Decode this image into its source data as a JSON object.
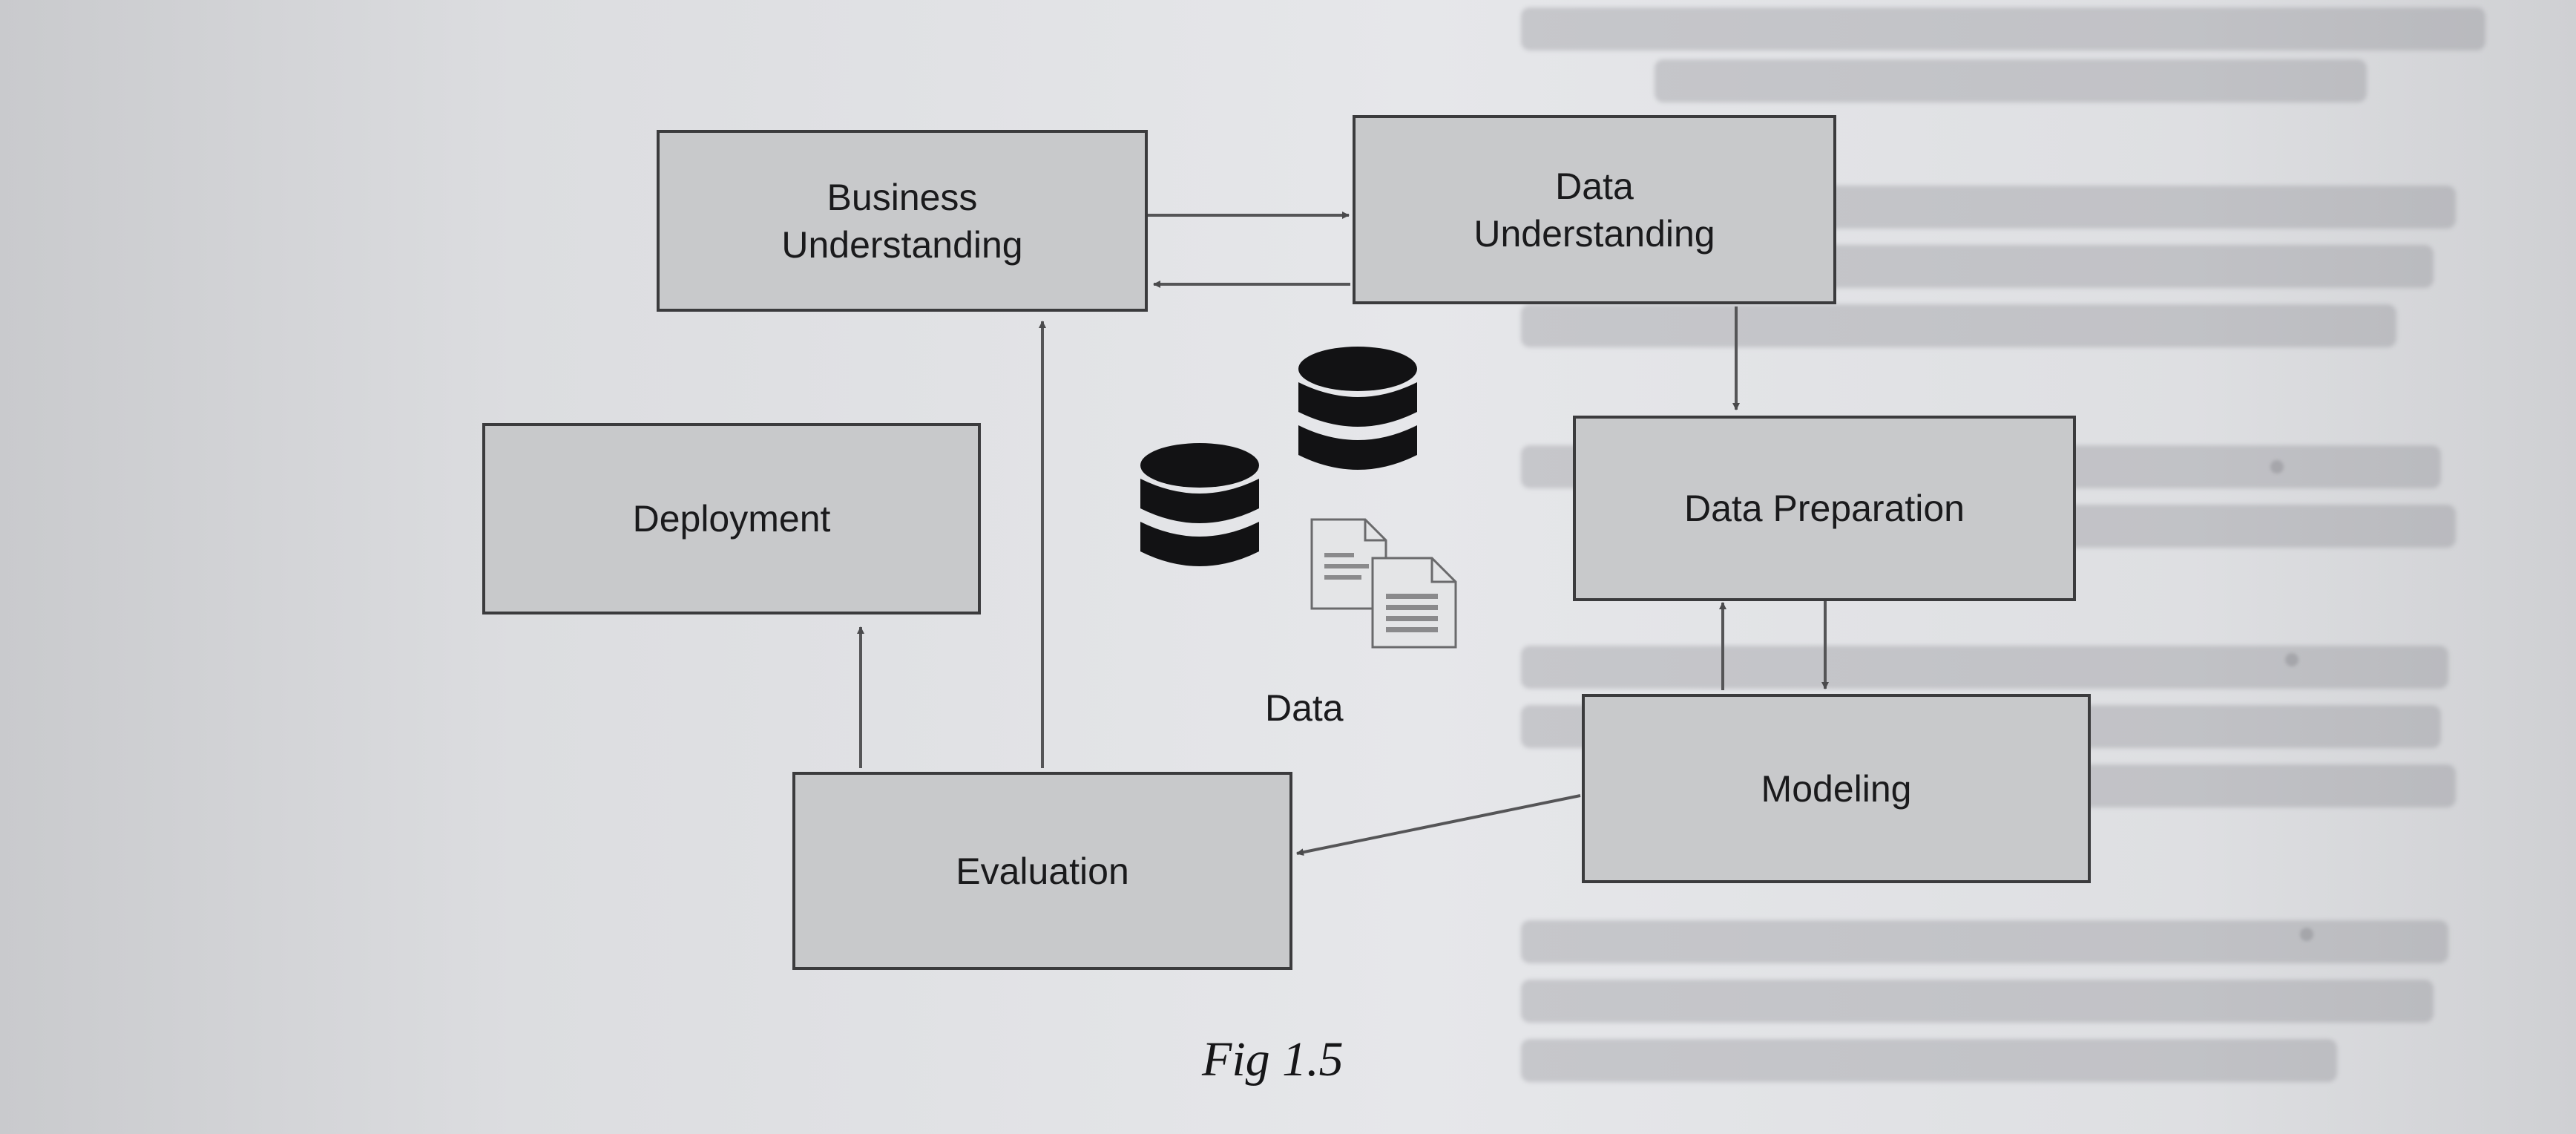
{
  "boxes": {
    "business_understanding": "Business\nUnderstanding",
    "data_understanding": "Data\nUnderstanding",
    "deployment": "Deployment",
    "data_preparation": "Data Preparation",
    "modeling": "Modeling",
    "evaluation": "Evaluation"
  },
  "center_label": "Data",
  "caption": "Fig 1.5"
}
